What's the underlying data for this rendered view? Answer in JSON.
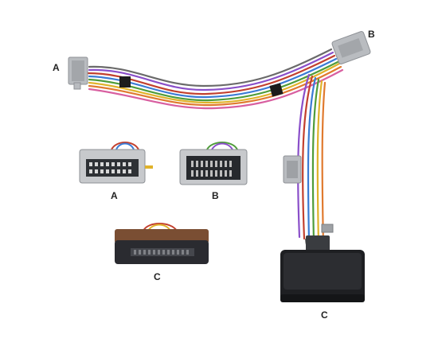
{
  "labels": {
    "connector_a_top": "A",
    "connector_b_top": "B",
    "connector_a_detail": "A",
    "connector_b_detail": "B",
    "module_c_detail": "C",
    "module_c_main": "C"
  },
  "colors": {
    "connector_grey": "#b9bcc0",
    "connector_dark": "#2a2d31",
    "module_black": "#1e1f22",
    "module_brown": "#7a4e33",
    "wire_colors": [
      "#c2402e",
      "#3a7bd5",
      "#4f9c3a",
      "#e0b22a",
      "#8a4fc9",
      "#e07a2f",
      "#6a6a6a",
      "#d85fa0"
    ]
  }
}
